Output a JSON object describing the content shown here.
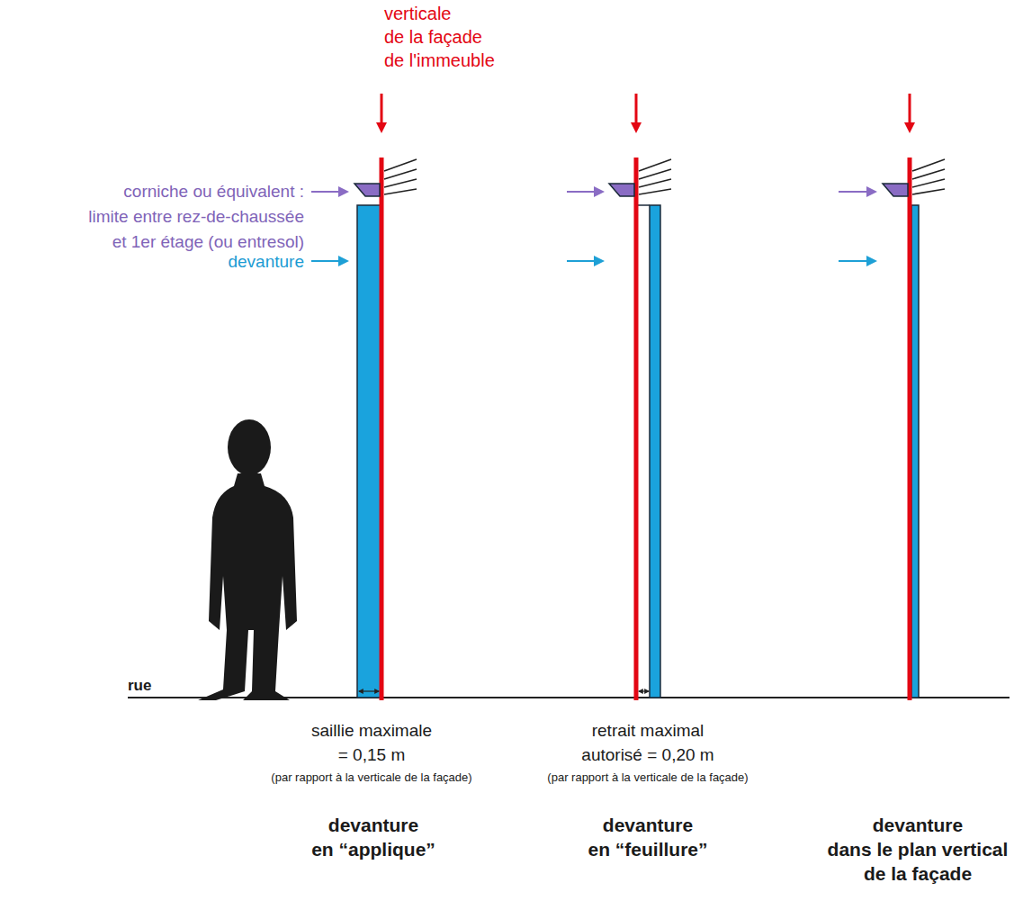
{
  "diagram": {
    "labels": [
      "verticale de la façade de l'immeuble",
      "corniche ou équivalent : limite entre rez-de-chaussée et 1er étage (ou entresol)",
      "devanture",
      "rue",
      "saillie maximale = 0,15 m",
      "(par rapport à la verticale de la façade)",
      "retrait maximal autorisé = 0,20 m",
      "(par rapport à la verticale de la façade)",
      "devanture en “applique”",
      "devanture en “feuillure”",
      "devanture dans le plan vertical de la façade"
    ]
  }
}
